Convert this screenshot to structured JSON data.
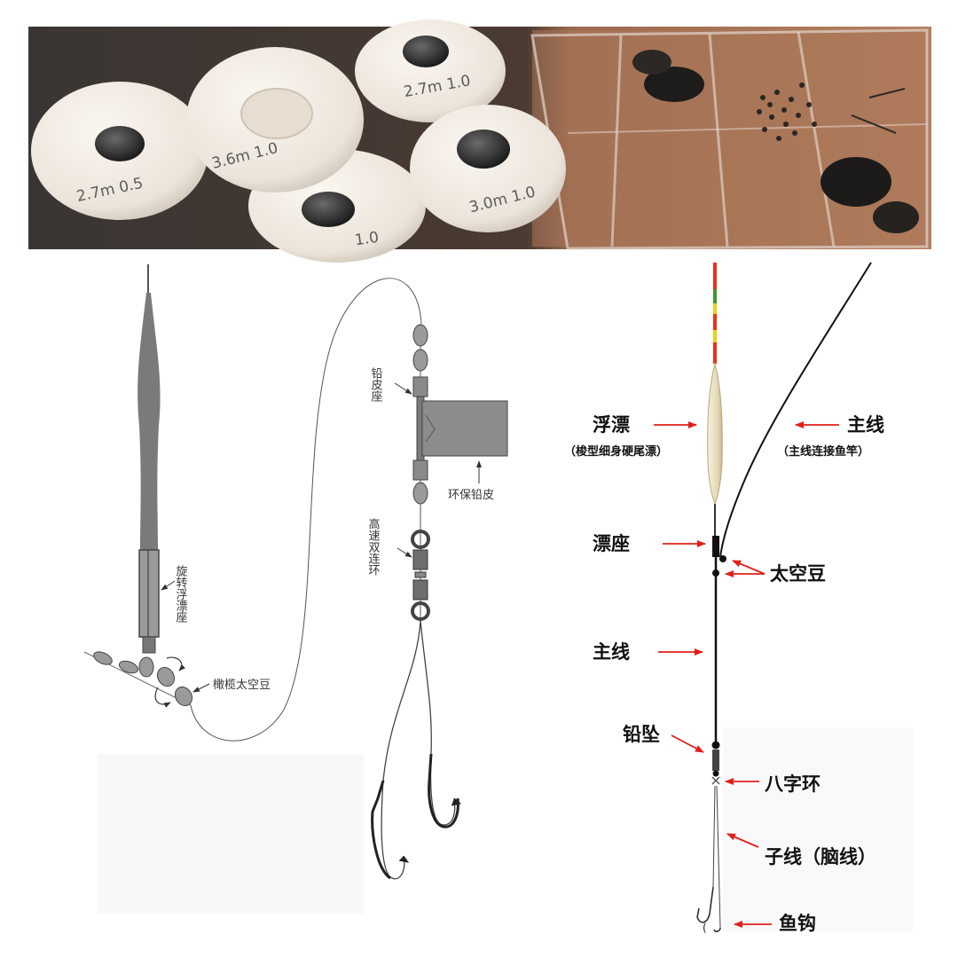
{
  "photo": {
    "spools": [
      {
        "length": "2.7m",
        "size": "0.5"
      },
      {
        "length": "3.6m",
        "size": "1.0"
      },
      {
        "length": "2.7m",
        "size": "1.0"
      },
      {
        "length": "3.0m",
        "size": "1.0"
      },
      {
        "length": "",
        "size": "1.0"
      }
    ]
  },
  "left_diagram": {
    "float_seat_label": "旋转浮漂座",
    "beans_label": "橄榄太空豆",
    "lead_seat_label": "铅皮座",
    "lead_sheet_label": "环保铅皮",
    "swivel_label": "高速双连环"
  },
  "right_diagram": {
    "float_label": "浮漂",
    "float_note": "（梭型细身硬尾漂）",
    "main_line_label": "主线",
    "main_line_note": "（主线连接鱼竿）",
    "float_seat_label": "漂座",
    "bean_label": "太空豆",
    "main_line_label_2": "主线",
    "sinker_label": "铅坠",
    "swivel_label": "八字环",
    "leader_label": "子线（脑线）",
    "hook_label": "鱼钩"
  },
  "colors": {
    "arrow_red": "#e0201a",
    "float_tip_red": "#e8321e",
    "float_tip_green": "#3a9a2a",
    "float_tip_yellow": "#e8d21a",
    "float_body": "#e9dfc2",
    "tray": "#8a5638"
  }
}
